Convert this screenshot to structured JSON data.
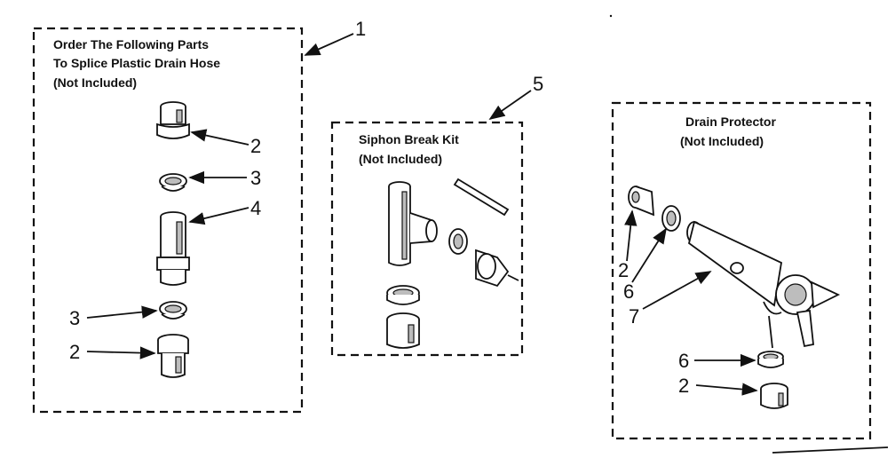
{
  "boxes": {
    "splice": {
      "lines": [
        "Order The Following Parts",
        "To Splice Plastic Drain Hose",
        "(Not Included)"
      ],
      "callout": "1",
      "parts": [
        "2",
        "3",
        "4",
        "3",
        "2"
      ]
    },
    "siphon": {
      "lines": [
        "Siphon Break Kit",
        "(Not Included)"
      ],
      "callout": "5"
    },
    "drain": {
      "lines": [
        "Drain Protector",
        "(Not Included)"
      ],
      "parts": [
        "2",
        "6",
        "7",
        "6",
        "2"
      ]
    }
  }
}
